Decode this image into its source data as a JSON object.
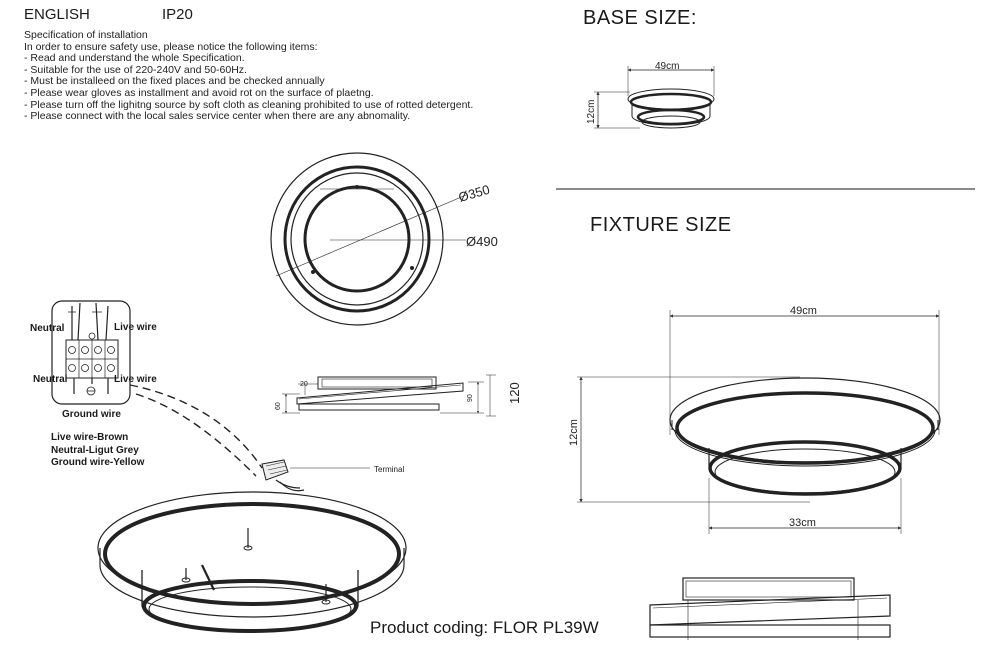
{
  "header": {
    "language": "ENGLISH",
    "ip_rating": "IP20"
  },
  "spec": {
    "title": "Specification of installation",
    "intro": "In order to ensure safety use, please notice the following items:",
    "items": [
      "- Read and understand the whole Specification.",
      "- Suitable for the use of 220-240V and 50-60Hz.",
      "- Must be installeed on the fixed places and be checked annually",
      "- Please wear gloves as installment and avoid rot on the surface of plaetng.",
      "- Please turn off the lighitng source by soft cloth as cleaning prohibited to use of rotted detergent.",
      "- Please connect with the local sales service center when there are any abnomality."
    ]
  },
  "base_size": {
    "title": "BASE SIZE:",
    "width": "49cm",
    "height": "12cm"
  },
  "fixture_size": {
    "title": "FIXTURE SIZE",
    "width": "49cm",
    "height": "12cm",
    "bottom_width": "33cm"
  },
  "top_view": {
    "inner_diameter": "Ø350",
    "outer_diameter": "Ø490"
  },
  "side_view": {
    "dim_20": "20",
    "dim_60": "60",
    "dim_90": "90",
    "dim_120": "120"
  },
  "wiring": {
    "neutral_top": "Neutral",
    "live_top": "Live wire",
    "neutral_bottom": "Neutral",
    "live_bottom": "Live wire",
    "ground": "Ground wire",
    "legend": [
      "Live wire-Brown",
      "Neutral-Ligut Grey",
      "Ground wire-Yellow"
    ],
    "terminal": "Terminal"
  },
  "product": {
    "coding": "Product coding: FLOR PL39W"
  }
}
